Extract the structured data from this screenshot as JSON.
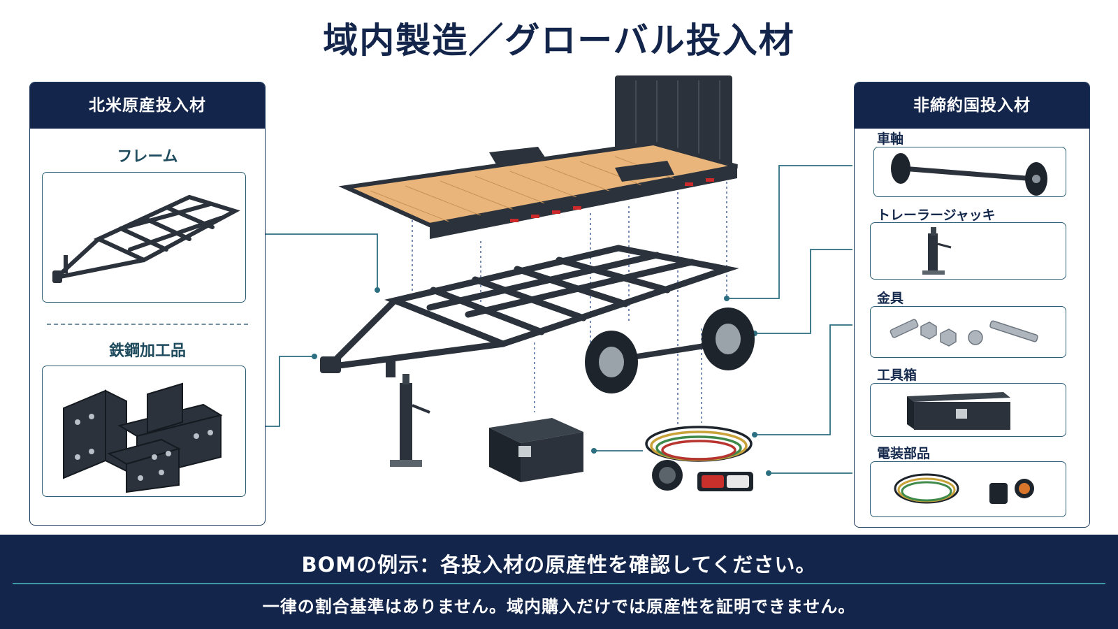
{
  "title": "域内製造／グローバル投入材",
  "left_panel": {
    "header": "北米原産投入材",
    "frame_label": "フレーム",
    "steel_label": "鉄鋼加工品"
  },
  "right_panel": {
    "header": "非締約国投入材",
    "items": [
      {
        "label": "車軸",
        "icon": "axle-icon"
      },
      {
        "label": "トレーラージャッキ",
        "icon": "jack-icon"
      },
      {
        "label": "金具",
        "icon": "hardware-icon"
      },
      {
        "label": "工具箱",
        "icon": "toolbox-icon"
      },
      {
        "label": "電装部品",
        "icon": "wiring-icon"
      }
    ]
  },
  "footer": {
    "line1": "BOMの例示：各投入材の原産性を確認してください。",
    "line2": "一律の割合基準はありません。域内購入だけでは原産性を証明できません。"
  },
  "colors": {
    "navy": "#13254a",
    "teal": "#1d4a5c",
    "connector": "#2c6f80",
    "wood": "#e9b57a",
    "steel": "#2b323b"
  }
}
